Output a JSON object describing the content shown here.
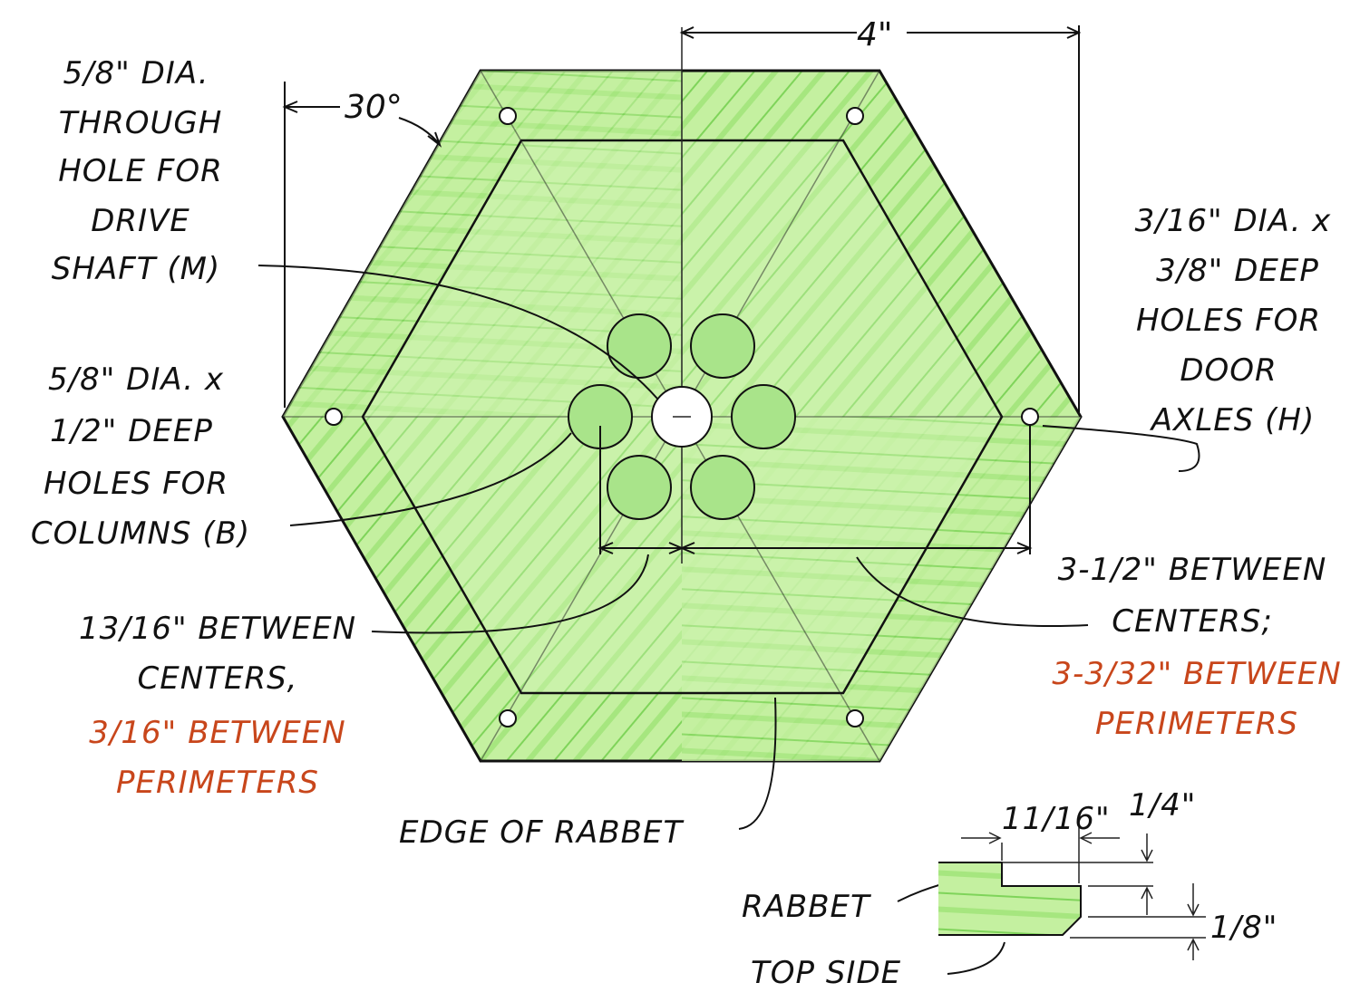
{
  "colors": {
    "wood": "#b5ec8e",
    "wood_light": "#d6f7bd",
    "grain": "#6fcf4a",
    "annotation_red": "#c8461b"
  },
  "dimensions": {
    "width": "4\"",
    "angle": "30°"
  },
  "labels": {
    "drive_shaft": [
      "5/8\" DIA.",
      "THROUGH",
      "HOLE FOR",
      "DRIVE",
      "SHAFT (M)"
    ],
    "door_axles": [
      "3/16\" DIA. x",
      "3/8\" DEEP",
      "HOLES FOR",
      "DOOR",
      "AXLES (H)"
    ],
    "columns": [
      "5/8\" DIA. x",
      "1/2\" DEEP",
      "HOLES FOR",
      "COLUMNS (B)"
    ],
    "between_13_16": [
      "13/16\" BETWEEN",
      "CENTERS,"
    ],
    "between_13_16_red": [
      "3/16\" BETWEEN",
      "PERIMETERS"
    ],
    "between_3_1_2": [
      "3-1/2\" BETWEEN",
      "CENTERS;"
    ],
    "between_3_1_2_red": [
      "3-3/32\" BETWEEN",
      "PERIMETERS"
    ],
    "edge_of_rabbet": "EDGE OF RABBET",
    "section": {
      "rabbet": "RABBET",
      "top_side": "TOP SIDE",
      "dim_11_16": "11/16\"",
      "dim_1_4": "1/4\"",
      "dim_1_8": "1/8\""
    }
  }
}
